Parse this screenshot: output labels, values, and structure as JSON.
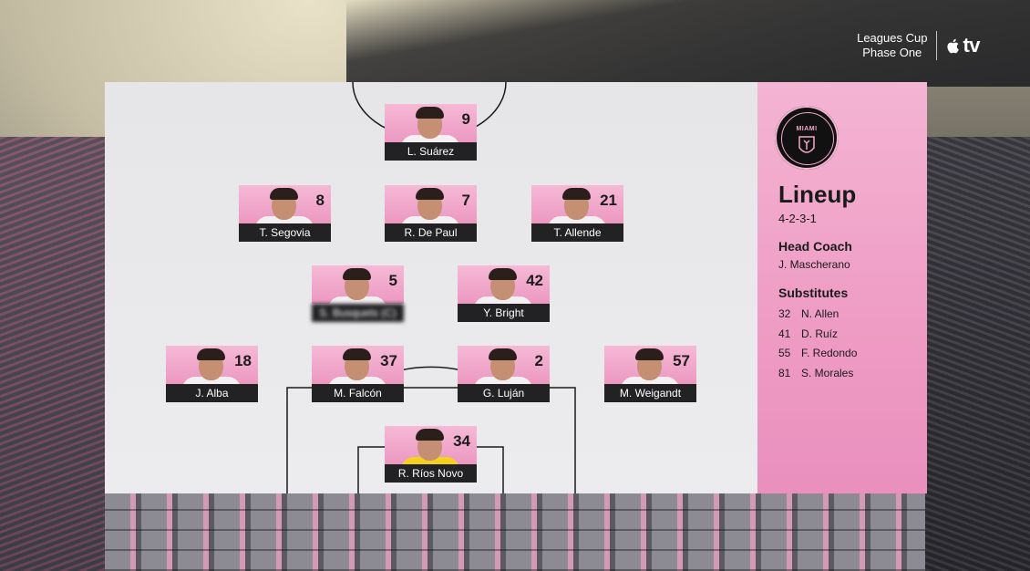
{
  "broadcast": {
    "competition_line1": "Leagues Cup",
    "competition_line2": "Phase One",
    "network": "tv"
  },
  "lineup": {
    "title": "Lineup",
    "formation": "4-2-3-1",
    "head_coach_label": "Head Coach",
    "head_coach": "J. Mascherano",
    "substitutes_label": "Substitutes",
    "substitutes": [
      {
        "number": "32",
        "name": "N. Allen"
      },
      {
        "number": "41",
        "name": "D. Ruíz"
      },
      {
        "number": "55",
        "name": "F. Redondo"
      },
      {
        "number": "81",
        "name": "S. Morales"
      }
    ],
    "players": [
      {
        "number": "9",
        "name": "L. Suárez"
      },
      {
        "number": "8",
        "name": "T. Segovia"
      },
      {
        "number": "7",
        "name": "R. De Paul"
      },
      {
        "number": "21",
        "name": "T. Allende"
      },
      {
        "number": "5",
        "name": "S. Busquets (C)"
      },
      {
        "number": "42",
        "name": "Y. Bright"
      },
      {
        "number": "18",
        "name": "J. Alba"
      },
      {
        "number": "37",
        "name": "M. Falcón"
      },
      {
        "number": "2",
        "name": "G. Luján"
      },
      {
        "number": "57",
        "name": "M. Weigandt"
      },
      {
        "number": "34",
        "name": "R. Ríos Novo"
      }
    ]
  },
  "crest": {
    "text": "MIAMI"
  },
  "colors": {
    "brand_pink": "#f4b4d3",
    "card_name_bg": "#222225"
  }
}
